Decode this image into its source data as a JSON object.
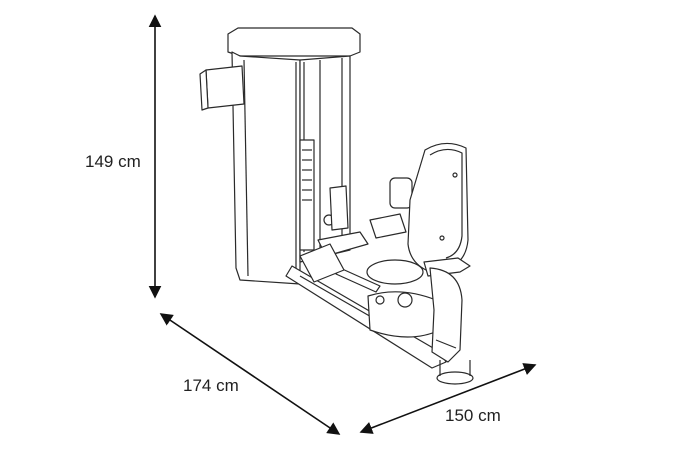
{
  "dimensions": {
    "height": "149 cm",
    "length": "174 cm",
    "width": "150 cm"
  },
  "colors": {
    "line": "#2a2a2a",
    "arrow": "#111111"
  }
}
